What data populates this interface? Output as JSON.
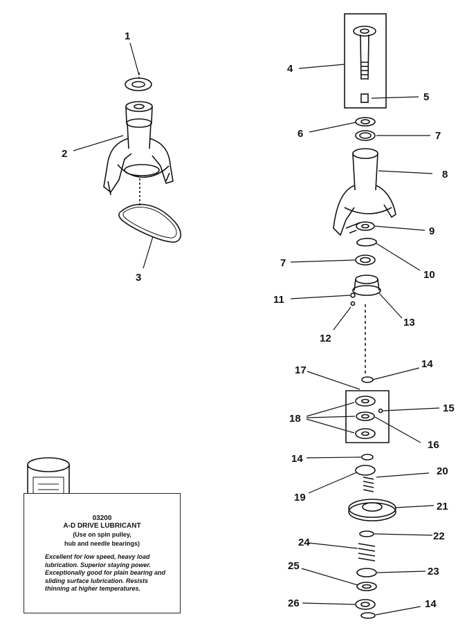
{
  "labels": {
    "n1": "1",
    "n2": "2",
    "n3": "3",
    "n4": "4",
    "n5": "5",
    "n6": "6",
    "n7": "7",
    "n8": "8",
    "n9": "9",
    "n10": "10",
    "n11": "11",
    "n12": "12",
    "n13": "13",
    "n14": "14",
    "n15": "15",
    "n16": "16",
    "n17": "17",
    "n18": "18",
    "n19": "19",
    "n20": "20",
    "n21": "21",
    "n22": "22",
    "n23": "23",
    "n24": "24",
    "n25": "25",
    "n26": "26"
  },
  "lubricant": {
    "code": "03200",
    "title": "A-D DRIVE LUBRICANT",
    "usage_line1": "(Use on spin pulley,",
    "usage_line2": "hub and needle bearings)",
    "description": "Excellent for low speed, heavy load lubrication. Superior staying power. Exceptionally good for plain bearing and sliding surface lubrication. Resists thinning at higher temperatures."
  }
}
